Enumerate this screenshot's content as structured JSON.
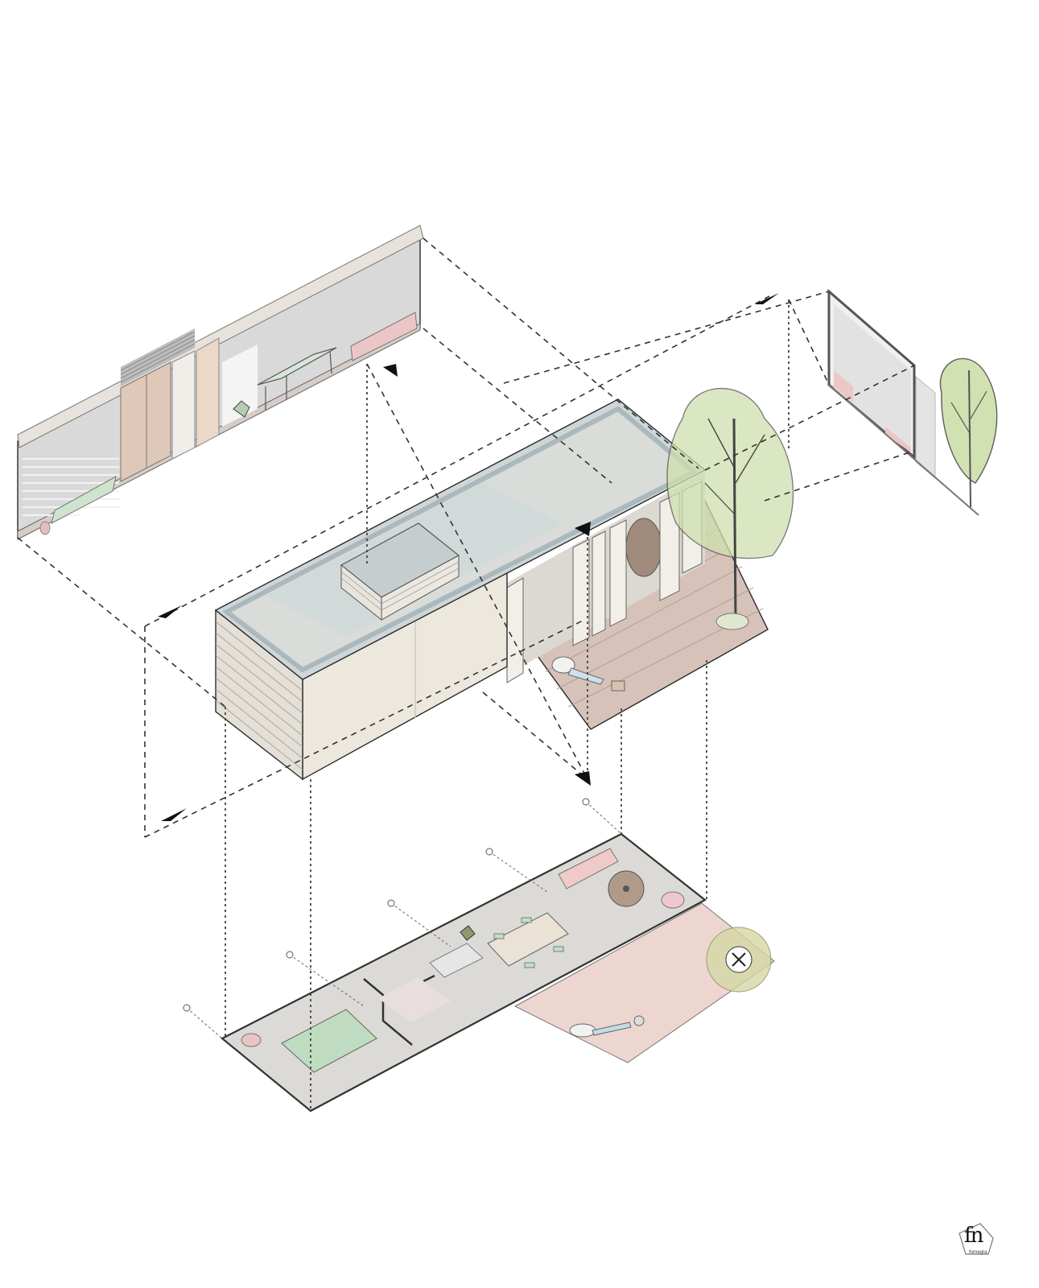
{
  "drawing": {
    "type": "exploded axonometric",
    "subject": "tiny modular house",
    "components": [
      {
        "name": "long interior elevation",
        "contents": [
          "window blinds",
          "bed",
          "wardrobe",
          "bathroom door",
          "kitchen cabinets",
          "plant",
          "dining table",
          "sofa"
        ]
      },
      {
        "name": "roof volume",
        "contents": [
          "green/glass roof",
          "skylight box",
          "louvered end wall",
          "folding doors",
          "wood deck",
          "tree"
        ]
      },
      {
        "name": "floor plan",
        "contents": [
          "bed",
          "bathroom",
          "kitchen",
          "dining table",
          "sofa",
          "spool table",
          "deck",
          "person lounging",
          "tree plan"
        ]
      },
      {
        "name": "short end elevation",
        "contents": [
          "window frame",
          "tree"
        ]
      }
    ],
    "section_markers": 5,
    "plan_markers": 5
  },
  "colors": {
    "wall": "#e9e5dc",
    "roof_glass": "#b9c6cc",
    "concrete": "#d8d6d1",
    "deck": "#cdb6ad",
    "pink": "#e8c3c3",
    "green": "#c9dcae",
    "mint": "#b9dcc0",
    "line": "#2a2a2a"
  },
  "logo": {
    "mark": "fn",
    "subtext": "fornegra"
  }
}
